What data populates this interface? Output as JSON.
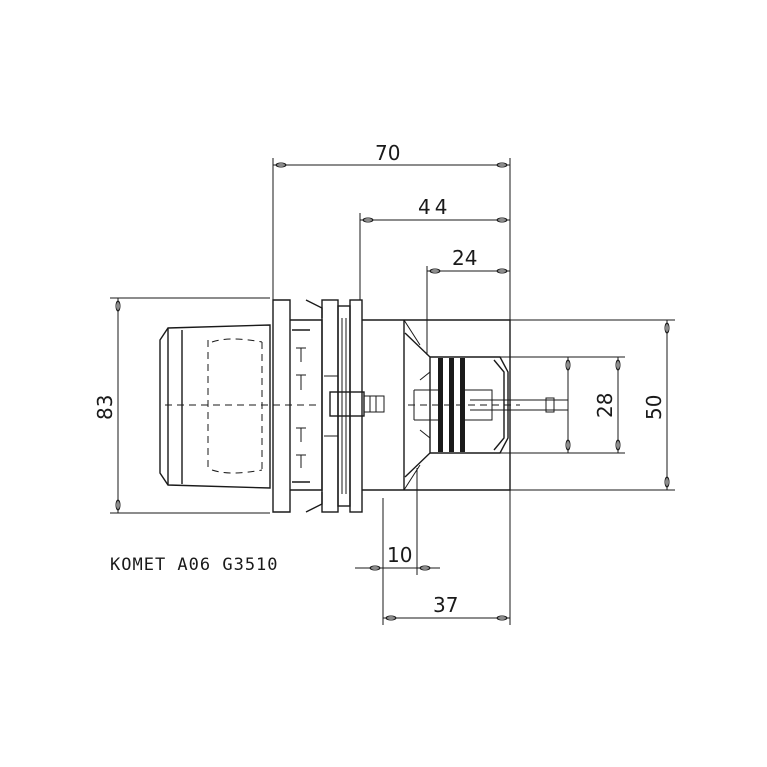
{
  "dimensions": {
    "overall_length": "70",
    "front_to_flange": "44",
    "front_section": "24",
    "height": "83",
    "diameter_small": "28",
    "diameter_large": "50",
    "flange_gap": "10",
    "body_depth": "37"
  },
  "caption": "KOMET A06 G3510"
}
